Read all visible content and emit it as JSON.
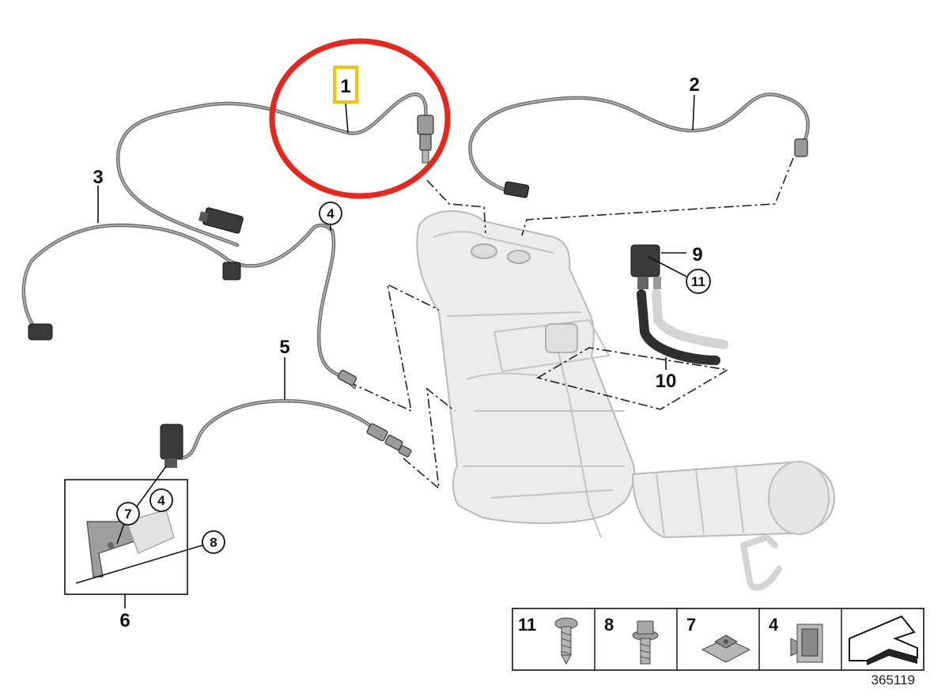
{
  "diagram": {
    "callouts": {
      "c1": "1",
      "c2": "2",
      "c3": "3",
      "c4_cable": "4",
      "c5": "5",
      "c6": "6",
      "c7": "7",
      "c4_bracket": "4",
      "c8": "8",
      "c9": "9",
      "c11": "11",
      "c10": "10"
    },
    "highlight": {
      "target": "1",
      "circle_color": "#e8261c",
      "box_color": "#f2c500"
    },
    "legend": [
      {
        "number": "11",
        "part": "screw-icon"
      },
      {
        "number": "8",
        "part": "hex-bolt-icon"
      },
      {
        "number": "7",
        "part": "clip-nut-icon"
      },
      {
        "number": "4",
        "part": "cable-clip-icon"
      },
      {
        "number": "",
        "part": "direction-arrow-icon"
      }
    ],
    "reference_number": "365119"
  }
}
